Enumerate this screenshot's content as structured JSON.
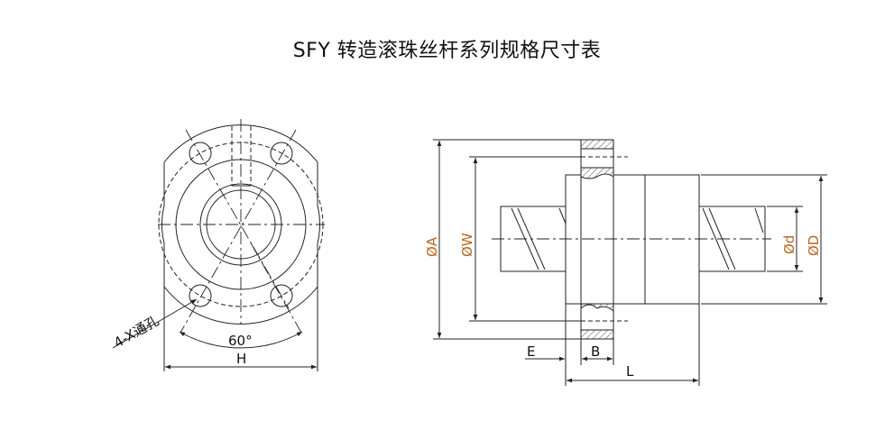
{
  "title": "SFY 转造滚珠丝杆系列规格尺寸表",
  "front_view": {
    "hole_label": "4-X通孔",
    "angle_label": "60°",
    "width_label": "H"
  },
  "side_view": {
    "flange_dia_label": "ØA",
    "bolt_circle_label": "ØW",
    "screw_dia_label": "Ød",
    "nut_dia_label": "ØD",
    "offset_label": "E",
    "flange_thickness_label": "B",
    "length_label": "L"
  },
  "colors": {
    "line": "#222222",
    "diameter_label": "#b5661f"
  }
}
